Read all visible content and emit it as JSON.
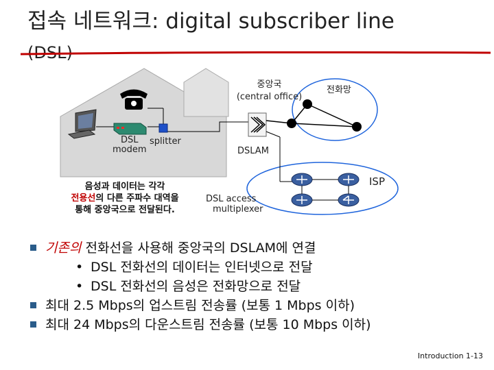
{
  "title": {
    "line1": "접속 네트워크: digital subscriber line",
    "line2": "(DSL)"
  },
  "diagram": {
    "central_office_kr": "중앙국",
    "central_office_en": "(central office)",
    "phone_net": "전화망",
    "dsl_modem_line1": "DSL",
    "dsl_modem_line2": "modem",
    "splitter": "splitter",
    "dslam": "DSLAM",
    "isp": "ISP",
    "dslam_desc_line1": "DSL access",
    "dslam_desc_line2": "multiplexer",
    "note": {
      "line1": "음성과 데이터는 각각",
      "line2_red": "전용선",
      "line2_rest": "의 다른 주파수 대역을",
      "line3": "통해 중앙국으로 전달된다."
    }
  },
  "bullets": {
    "b1_italic": "기존의",
    "b1_rest": " 전화선을 사용해 중앙국의 DSLAM에 연결",
    "sub1": "DSL 전화선의 데이터는 인터넷으로 전달",
    "sub2": "DSL 전화선의 음성은 전화망으로 전달",
    "b2": "최대 2.5 Mbps의 업스트림 전송률 (보통 1 Mbps 이하)",
    "b3": "최대 24 Mbps의 다운스트림 전송률 (보통 10 Mbps 이하)",
    "sub_marker": "•"
  },
  "footer": "Introduction 1-13",
  "colors": {
    "accent_red": "#c00000",
    "house_gray": "#d8d8d8",
    "cloud_blue": "#1e64dc",
    "bullet_blue": "#2a5c8a"
  }
}
